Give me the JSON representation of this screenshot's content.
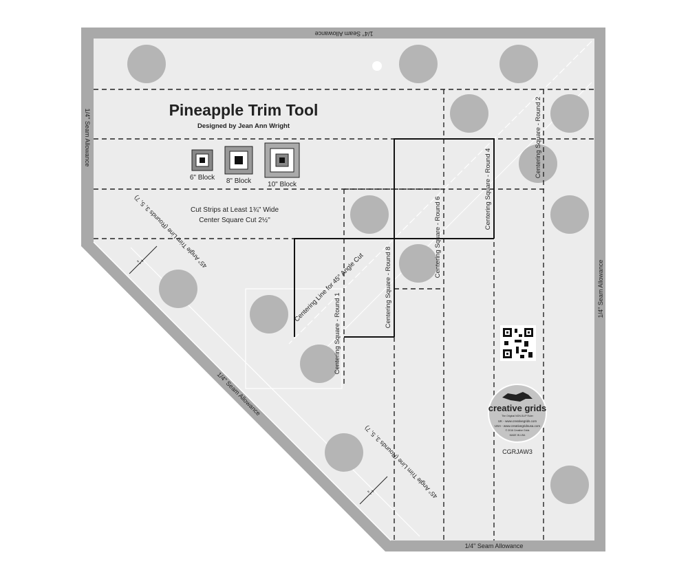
{
  "ruler": {
    "title": "Pineapple Trim Tool",
    "designer": "Designed by Jean Ann Wright",
    "blocks": [
      "6\" Block",
      "8\" Block",
      "10\" Block"
    ],
    "instructions": [
      "Cut Strips at Least 1¾\" Wide",
      "Center Square Cut 2½\""
    ],
    "seam_allowance": "1/4\" Seam Allowance",
    "trim_line": "45° Angle Trim Line (Rounds 3, 5, 7)",
    "one_inch": "1\"",
    "centering_line": "Centering Line for 45° Angle Cut",
    "centering_rounds": [
      "Centering Square - Round 1",
      "Centering Square - Round 2",
      "Centering Square - Round 4",
      "Centering Square - Round 6",
      "Centering Square - Round 8"
    ],
    "logo": {
      "brand": "creative grids",
      "tagline": "The Original NON-SLIP Ruler",
      "uk": "UK - www.creativegrids.com",
      "usa": "USA - www.creativegridsusa.com",
      "copyright": "© 2016 Creative Grids",
      "made_in": "MADE IN USA"
    },
    "sku": "CGRJAW3",
    "colors": {
      "border": "#a9a9a9",
      "face": "#ececec",
      "dots": "#b5b5b5"
    }
  }
}
